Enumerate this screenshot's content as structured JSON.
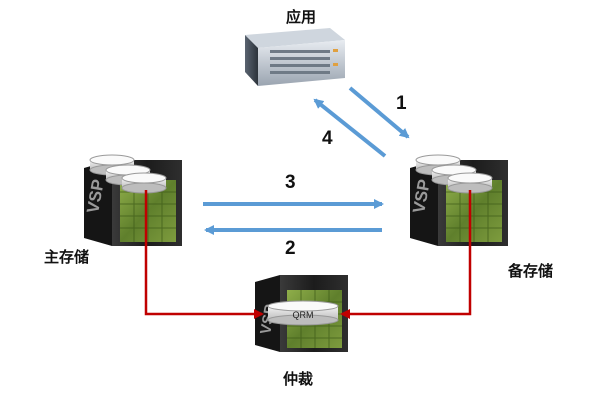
{
  "nodes": {
    "app": {
      "label": "应用"
    },
    "primary": {
      "label": "主存储",
      "brand": "VSP"
    },
    "backup": {
      "label": "备存储",
      "brand": "VSP"
    },
    "quorum": {
      "label": "仲裁",
      "brand": "VSP",
      "disk_label": "QRM"
    }
  },
  "steps": [
    "1",
    "2",
    "3",
    "4"
  ],
  "colors": {
    "flow_arrow": "#5b9bd5",
    "quorum_link": "#c00000",
    "chassis": "#2a2a2a",
    "board": "#6e8f3a"
  }
}
